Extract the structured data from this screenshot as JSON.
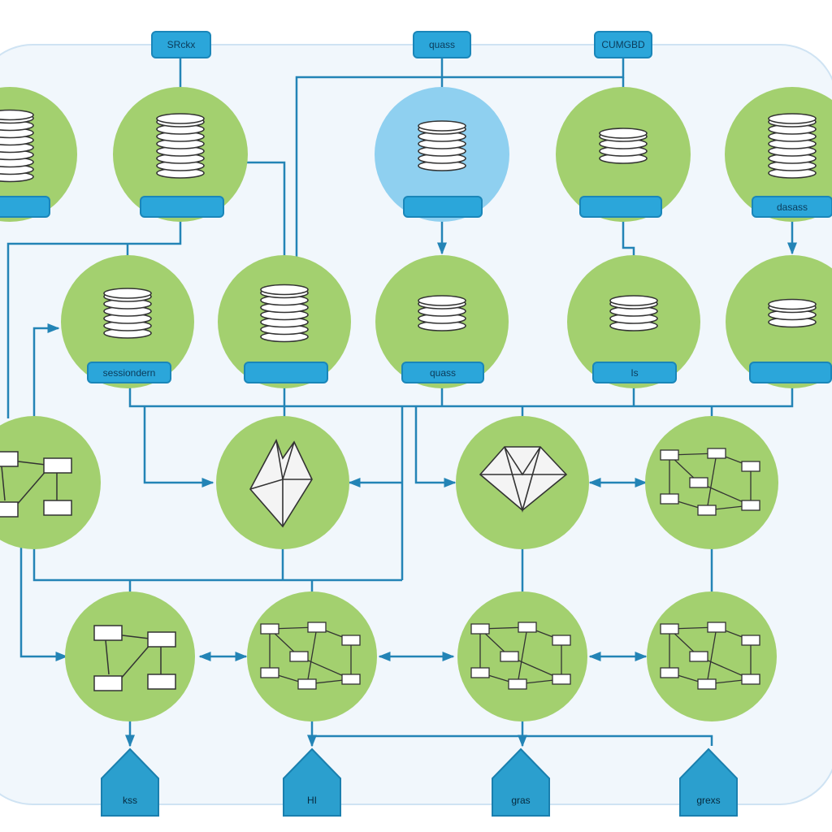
{
  "colors": {
    "green": "#a3d06f",
    "blue_node": "#8fd0f0",
    "label": "#2ba6da",
    "line": "#2384b6",
    "panel": "#f1f7fc"
  },
  "top_labels": [
    "SRckx",
    "quass",
    "CUMGBD"
  ],
  "rows": {
    "row1": [
      {
        "icon": "database-icon",
        "label": ""
      },
      {
        "icon": "database-icon",
        "label": ""
      },
      {
        "icon": "database-icon",
        "label": "",
        "highlight": true
      },
      {
        "icon": "database-icon",
        "label": ""
      },
      {
        "icon": "database-icon",
        "label": "dasass"
      }
    ],
    "row2": [
      {
        "icon": "database-icon",
        "label": "sessiondern"
      },
      {
        "icon": "database-icon",
        "label": ""
      },
      {
        "icon": "database-icon",
        "label": "quass"
      },
      {
        "icon": "database-icon",
        "label": "Is"
      },
      {
        "icon": "database-icon",
        "label": ""
      }
    ],
    "row3": [
      {
        "icon": "flowchart-icon"
      },
      {
        "icon": "crystal-icon"
      },
      {
        "icon": "diamond-icon"
      },
      {
        "icon": "network-graph-icon"
      }
    ],
    "row4": [
      {
        "icon": "flowchart-icon"
      },
      {
        "icon": "network-graph-icon"
      },
      {
        "icon": "network-graph-icon"
      },
      {
        "icon": "network-graph-icon"
      }
    ]
  },
  "outputs": [
    "kss",
    "HI",
    "gras",
    "grexs"
  ]
}
